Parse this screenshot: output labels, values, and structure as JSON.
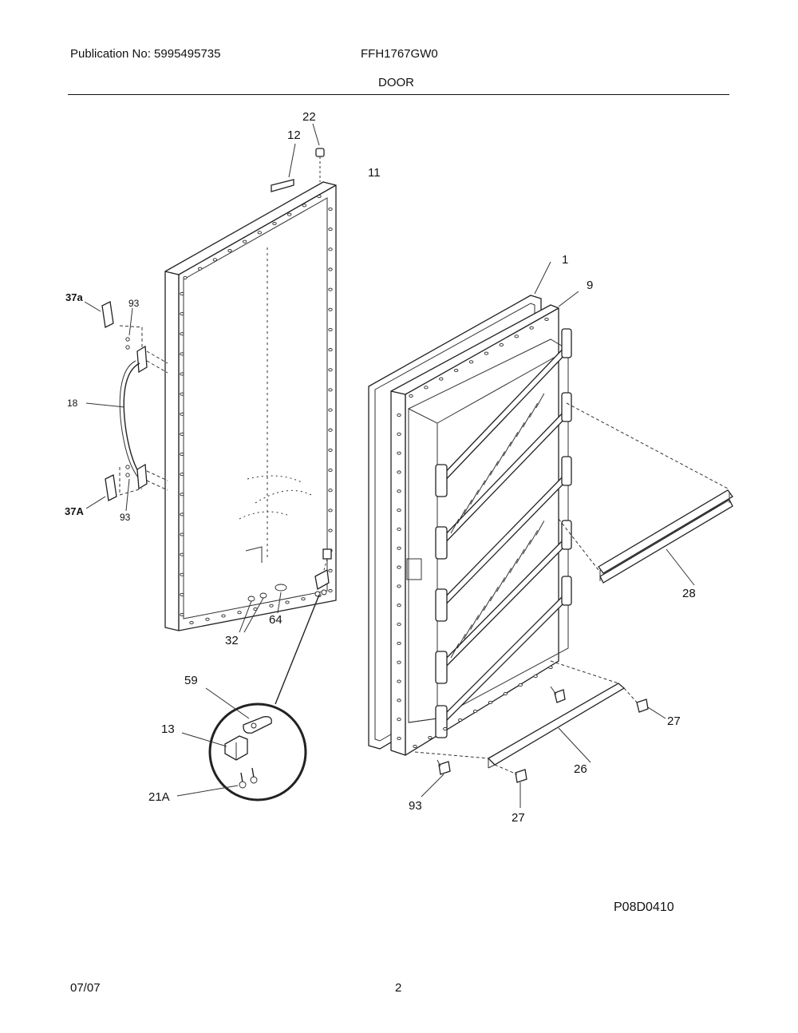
{
  "header": {
    "publication": "Publication No: 5995495735",
    "model": "FFH1767GW0",
    "section": "DOOR"
  },
  "footer": {
    "date": "07/07",
    "page": "2",
    "drawing_code": "P08D0410"
  },
  "callouts": {
    "c22": "22",
    "c12": "12",
    "c11": "11",
    "c1": "1",
    "c9": "9",
    "c37a": "37a",
    "c93_top": "93",
    "c18": "18",
    "c37A": "37A",
    "c93_left": "93",
    "c28": "28",
    "c32": "32",
    "c64": "64",
    "c59": "59",
    "c13": "13",
    "c21A": "21A",
    "c27_right": "27",
    "c26": "26",
    "c93_bottom": "93",
    "c27_bottom": "27"
  }
}
